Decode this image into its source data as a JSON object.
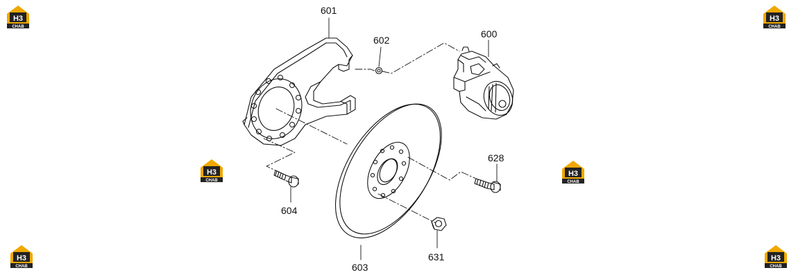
{
  "logo": {
    "letters": "H3",
    "sub": "CHAB"
  },
  "colors": {
    "logo_gold": "#F0A800",
    "logo_dark": "#222222",
    "line": "#111111"
  },
  "parts": {
    "p600": "600",
    "p601": "601",
    "p602": "602",
    "p603": "603",
    "p604": "604",
    "p628": "628",
    "p631": "631"
  }
}
